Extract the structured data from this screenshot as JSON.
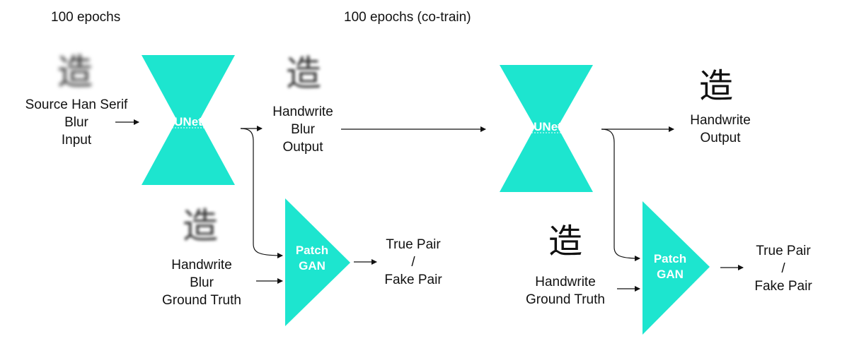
{
  "headers": {
    "left": "100 epochs",
    "right": "100 epochs (co-train)"
  },
  "glyphs": {
    "source_blur": "造",
    "handwrite_blur_output": "造",
    "handwrite_blur_gt": "造",
    "handwrite_output": "造",
    "handwrite_gt": "造"
  },
  "stage1": {
    "input_label": [
      "Source Han Serif",
      "Blur",
      "Input"
    ],
    "unet_label": "UNet",
    "output_label": [
      "Handwrite",
      "Blur",
      "Output"
    ],
    "gt_label": [
      "Handwrite",
      "Blur",
      "Ground Truth"
    ],
    "patchgan_label": [
      "Patch",
      "GAN"
    ],
    "result_label": [
      "True Pair",
      "/",
      "Fake Pair"
    ]
  },
  "stage2": {
    "unet_label": "UNet",
    "output_label": [
      "Handwrite",
      "Output"
    ],
    "gt_label": [
      "Handwrite",
      "Ground Truth"
    ],
    "patchgan_label": [
      "Patch",
      "GAN"
    ],
    "result_label": [
      "True Pair",
      "/",
      "Fake Pair"
    ]
  },
  "colors": {
    "network_fill": "#1de5cf",
    "arrow": "#111111"
  }
}
